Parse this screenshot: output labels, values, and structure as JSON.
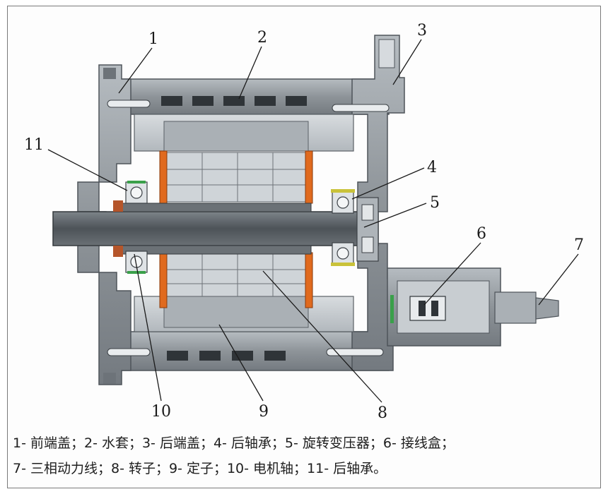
{
  "callouts": [
    "1",
    "2",
    "3",
    "4",
    "5",
    "6",
    "7",
    "8",
    "9",
    "10",
    "11"
  ],
  "caption": {
    "line1": "1- 前端盖；2- 水套；3- 后端盖；4- 后轴承；5- 旋转变压器；6- 接线盒；",
    "line2": "7- 三相动力线；8- 转子；9- 定子；10- 电机轴；11- 后轴承。"
  },
  "colors": {
    "housing": "#8e9499",
    "housing_dark": "#5f656b",
    "steel_light": "#c9ced2",
    "shaft": "#585e63",
    "winding": "#e06a1e",
    "bearing_accent": "#c9c23a",
    "green_accent": "#3aa04a"
  }
}
